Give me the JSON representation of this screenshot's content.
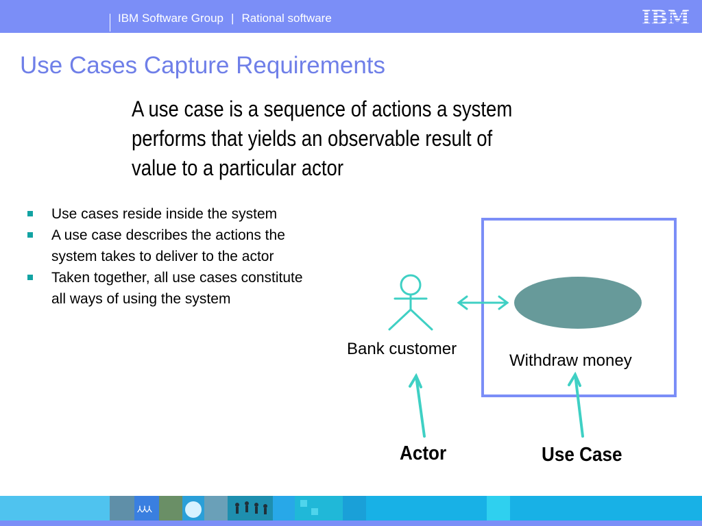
{
  "header": {
    "company": "IBM Software Group",
    "separator": "|",
    "division": "Rational software",
    "logo": "IBM"
  },
  "slide": {
    "title": "Use Cases Capture Requirements",
    "definition": "A use case is a sequence of actions a system performs that yields an observable result of value to a particular actor",
    "bullets": [
      "Use cases reside inside the system",
      "A use case describes the actions the system takes to deliver to the actor",
      "Taken together, all use cases constitute all ways of using the system"
    ]
  },
  "diagram": {
    "actor_label": "Bank customer",
    "use_case_label": "Withdraw money",
    "actor_caption": "Actor",
    "use_case_caption": "Use Case"
  },
  "footer": {
    "people_glyph": "⅄⅄⅄"
  },
  "colors": {
    "header": "#7b8ef7",
    "title": "#6f7fe8",
    "system_boundary": "#7b8ef7",
    "connector": "#3fd0c4",
    "use_case_fill": "#679a9a",
    "bullet": "#12a3a3",
    "footer": "#18b1e6"
  },
  "icons": {
    "actor": "stick-figure-icon",
    "bullet": "square-bullet-icon",
    "logo": "ibm-logo-icon"
  }
}
